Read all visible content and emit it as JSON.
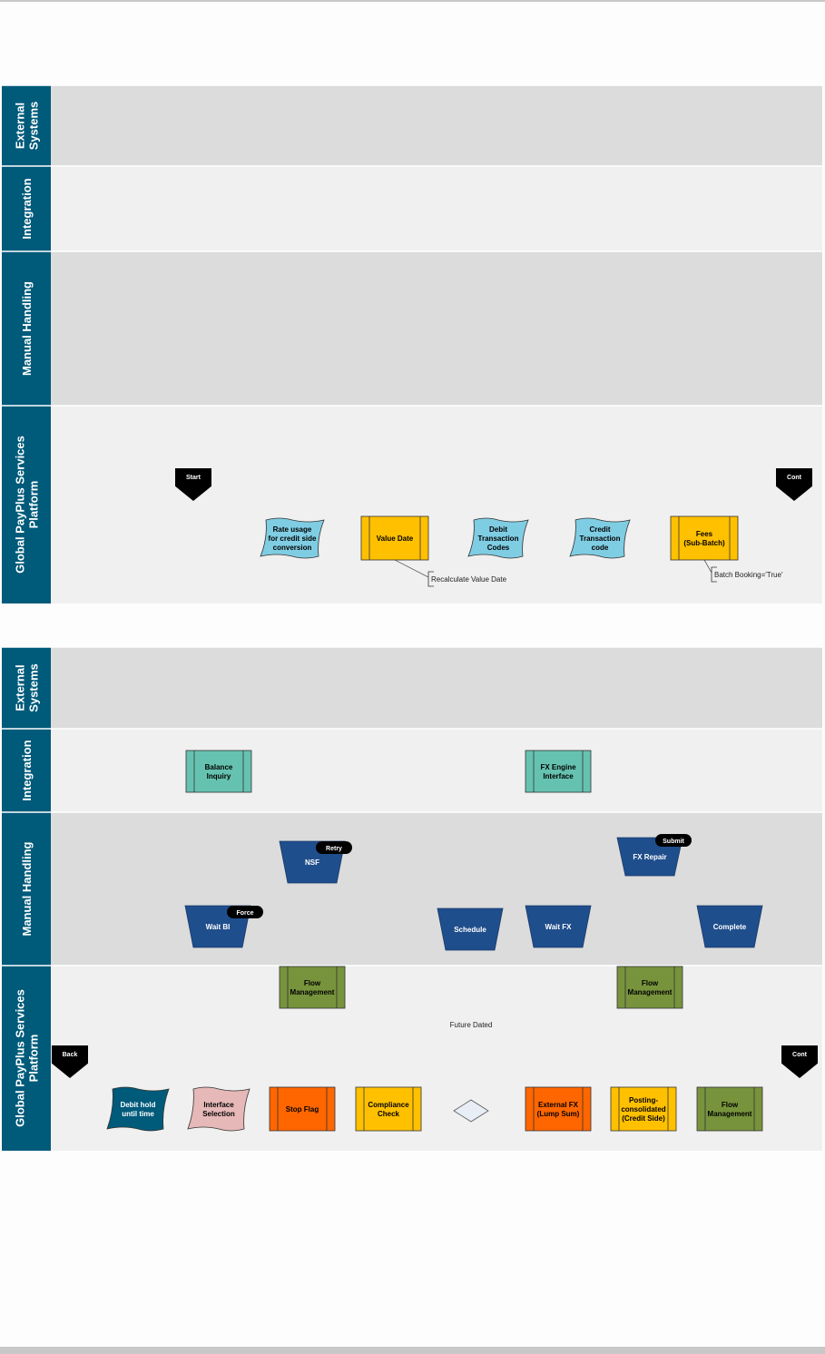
{
  "diagrams": [
    {
      "lanes": [
        {
          "label_lines": [
            "External",
            "Systems"
          ],
          "fill": "#dcdcdc"
        },
        {
          "label_lines": [
            "Integration"
          ],
          "fill": "#f0f0f0"
        },
        {
          "label_lines": [
            "Manual Handling"
          ],
          "fill": "#dcdcdc"
        },
        {
          "label_lines": [
            "Global PayPlus Services",
            "Platform"
          ],
          "fill": "#f0f0f0"
        }
      ],
      "nodes": [
        {
          "id": "start",
          "kind": "event",
          "lines": [
            "Start"
          ]
        },
        {
          "id": "rate",
          "kind": "data",
          "lines": [
            "Rate usage",
            "for credit side",
            "conversion"
          ],
          "fill": "#7fcde3",
          "text_color": "#000000"
        },
        {
          "id": "valuedate",
          "kind": "process",
          "lines": [
            "Value Date"
          ],
          "fill": "#ffc000",
          "text_color": "#000000"
        },
        {
          "id": "debitcodes",
          "kind": "data",
          "lines": [
            "Debit",
            "Transaction",
            "Codes"
          ],
          "fill": "#7fcde3",
          "text_color": "#000000"
        },
        {
          "id": "creditcode",
          "kind": "data",
          "lines": [
            "Credit",
            "Transaction",
            "code"
          ],
          "fill": "#7fcde3",
          "text_color": "#000000"
        },
        {
          "id": "fees",
          "kind": "process",
          "lines": [
            "Fees",
            "(Sub-Batch)"
          ],
          "fill": "#ffc000",
          "text_color": "#000000"
        },
        {
          "id": "cont1",
          "kind": "event",
          "lines": [
            "Cont"
          ]
        }
      ],
      "notes": [
        {
          "id": "note-recalc",
          "text": "Recalculate Value Date"
        },
        {
          "id": "note-batch",
          "text": "Batch Booking='True'"
        }
      ]
    },
    {
      "lanes": [
        {
          "label_lines": [
            "External",
            "Systems"
          ],
          "fill": "#dcdcdc"
        },
        {
          "label_lines": [
            "Integration"
          ],
          "fill": "#f0f0f0"
        },
        {
          "label_lines": [
            "Manual Handling"
          ],
          "fill": "#dcdcdc"
        },
        {
          "label_lines": [
            "Global PayPlus Services",
            "Platform"
          ],
          "fill": "#f0f0f0"
        }
      ],
      "nodes": [
        {
          "id": "back",
          "kind": "event",
          "lines": [
            "Back"
          ]
        },
        {
          "id": "debithold",
          "kind": "data",
          "lines": [
            "Debit hold",
            "until time"
          ],
          "fill": "#005a7a",
          "text_color": "#ffffff"
        },
        {
          "id": "ifsel",
          "kind": "data",
          "lines": [
            "Interface",
            "Selection"
          ],
          "fill": "#e6b8b7",
          "text_color": "#000000"
        },
        {
          "id": "stopflag",
          "kind": "process",
          "lines": [
            "Stop Flag"
          ],
          "fill": "#ff6600",
          "text_color": "#000000"
        },
        {
          "id": "compliance",
          "kind": "process",
          "lines": [
            "Compliance",
            "Check"
          ],
          "fill": "#ffc000",
          "text_color": "#000000"
        },
        {
          "id": "gateway",
          "kind": "decision",
          "lines": []
        },
        {
          "id": "extfx",
          "kind": "process",
          "lines": [
            "External FX",
            "(Lump Sum)"
          ],
          "fill": "#ff6600",
          "text_color": "#000000"
        },
        {
          "id": "posting",
          "kind": "process",
          "lines": [
            "Posting-",
            "consolidated",
            "(Credit Side)"
          ],
          "fill": "#ffc000",
          "text_color": "#000000"
        },
        {
          "id": "flowmgmt3",
          "kind": "process",
          "lines": [
            "Flow",
            "Management"
          ],
          "fill": "#77933c",
          "text_color": "#000000"
        },
        {
          "id": "cont2",
          "kind": "event",
          "lines": [
            "Cont"
          ]
        },
        {
          "id": "balinq",
          "kind": "process",
          "lines": [
            "Balance",
            "Inquiry"
          ],
          "fill": "#66c2b0",
          "text_color": "#000000"
        },
        {
          "id": "fxengine",
          "kind": "process",
          "lines": [
            "FX Engine",
            "Interface"
          ],
          "fill": "#66c2b0",
          "text_color": "#000000"
        },
        {
          "id": "waitbi",
          "kind": "manual",
          "lines": [
            "Wait BI"
          ],
          "fill": "#1f4e8c",
          "text_color": "#ffffff"
        },
        {
          "id": "nsf",
          "kind": "manual",
          "lines": [
            "NSF"
          ],
          "fill": "#1f4e8c",
          "text_color": "#ffffff"
        },
        {
          "id": "schedule",
          "kind": "manual",
          "lines": [
            "Schedule"
          ],
          "fill": "#1f4e8c",
          "text_color": "#ffffff"
        },
        {
          "id": "waitfx",
          "kind": "manual",
          "lines": [
            "Wait FX"
          ],
          "fill": "#1f4e8c",
          "text_color": "#ffffff"
        },
        {
          "id": "fxrepair",
          "kind": "manual",
          "lines": [
            "FX Repair"
          ],
          "fill": "#1f4e8c",
          "text_color": "#ffffff"
        },
        {
          "id": "complete",
          "kind": "manual",
          "lines": [
            "Complete"
          ],
          "fill": "#1f4e8c",
          "text_color": "#ffffff"
        },
        {
          "id": "flowmgmt1",
          "kind": "process",
          "lines": [
            "Flow",
            "Management"
          ],
          "fill": "#77933c",
          "text_color": "#000000"
        },
        {
          "id": "flowmgmt2",
          "kind": "process",
          "lines": [
            "Flow",
            "Management"
          ],
          "fill": "#77933c",
          "text_color": "#000000"
        }
      ],
      "badges": [
        {
          "id": "badge-force",
          "text": "Force"
        },
        {
          "id": "badge-retry",
          "text": "Retry"
        },
        {
          "id": "badge-submit",
          "text": "Submit"
        }
      ],
      "edge_labels": [
        {
          "id": "label-future",
          "text": "Future Dated"
        }
      ]
    }
  ],
  "colors": {
    "lane_header": "#005a7a",
    "connector": "#4a7fc9",
    "event": "#000000"
  }
}
